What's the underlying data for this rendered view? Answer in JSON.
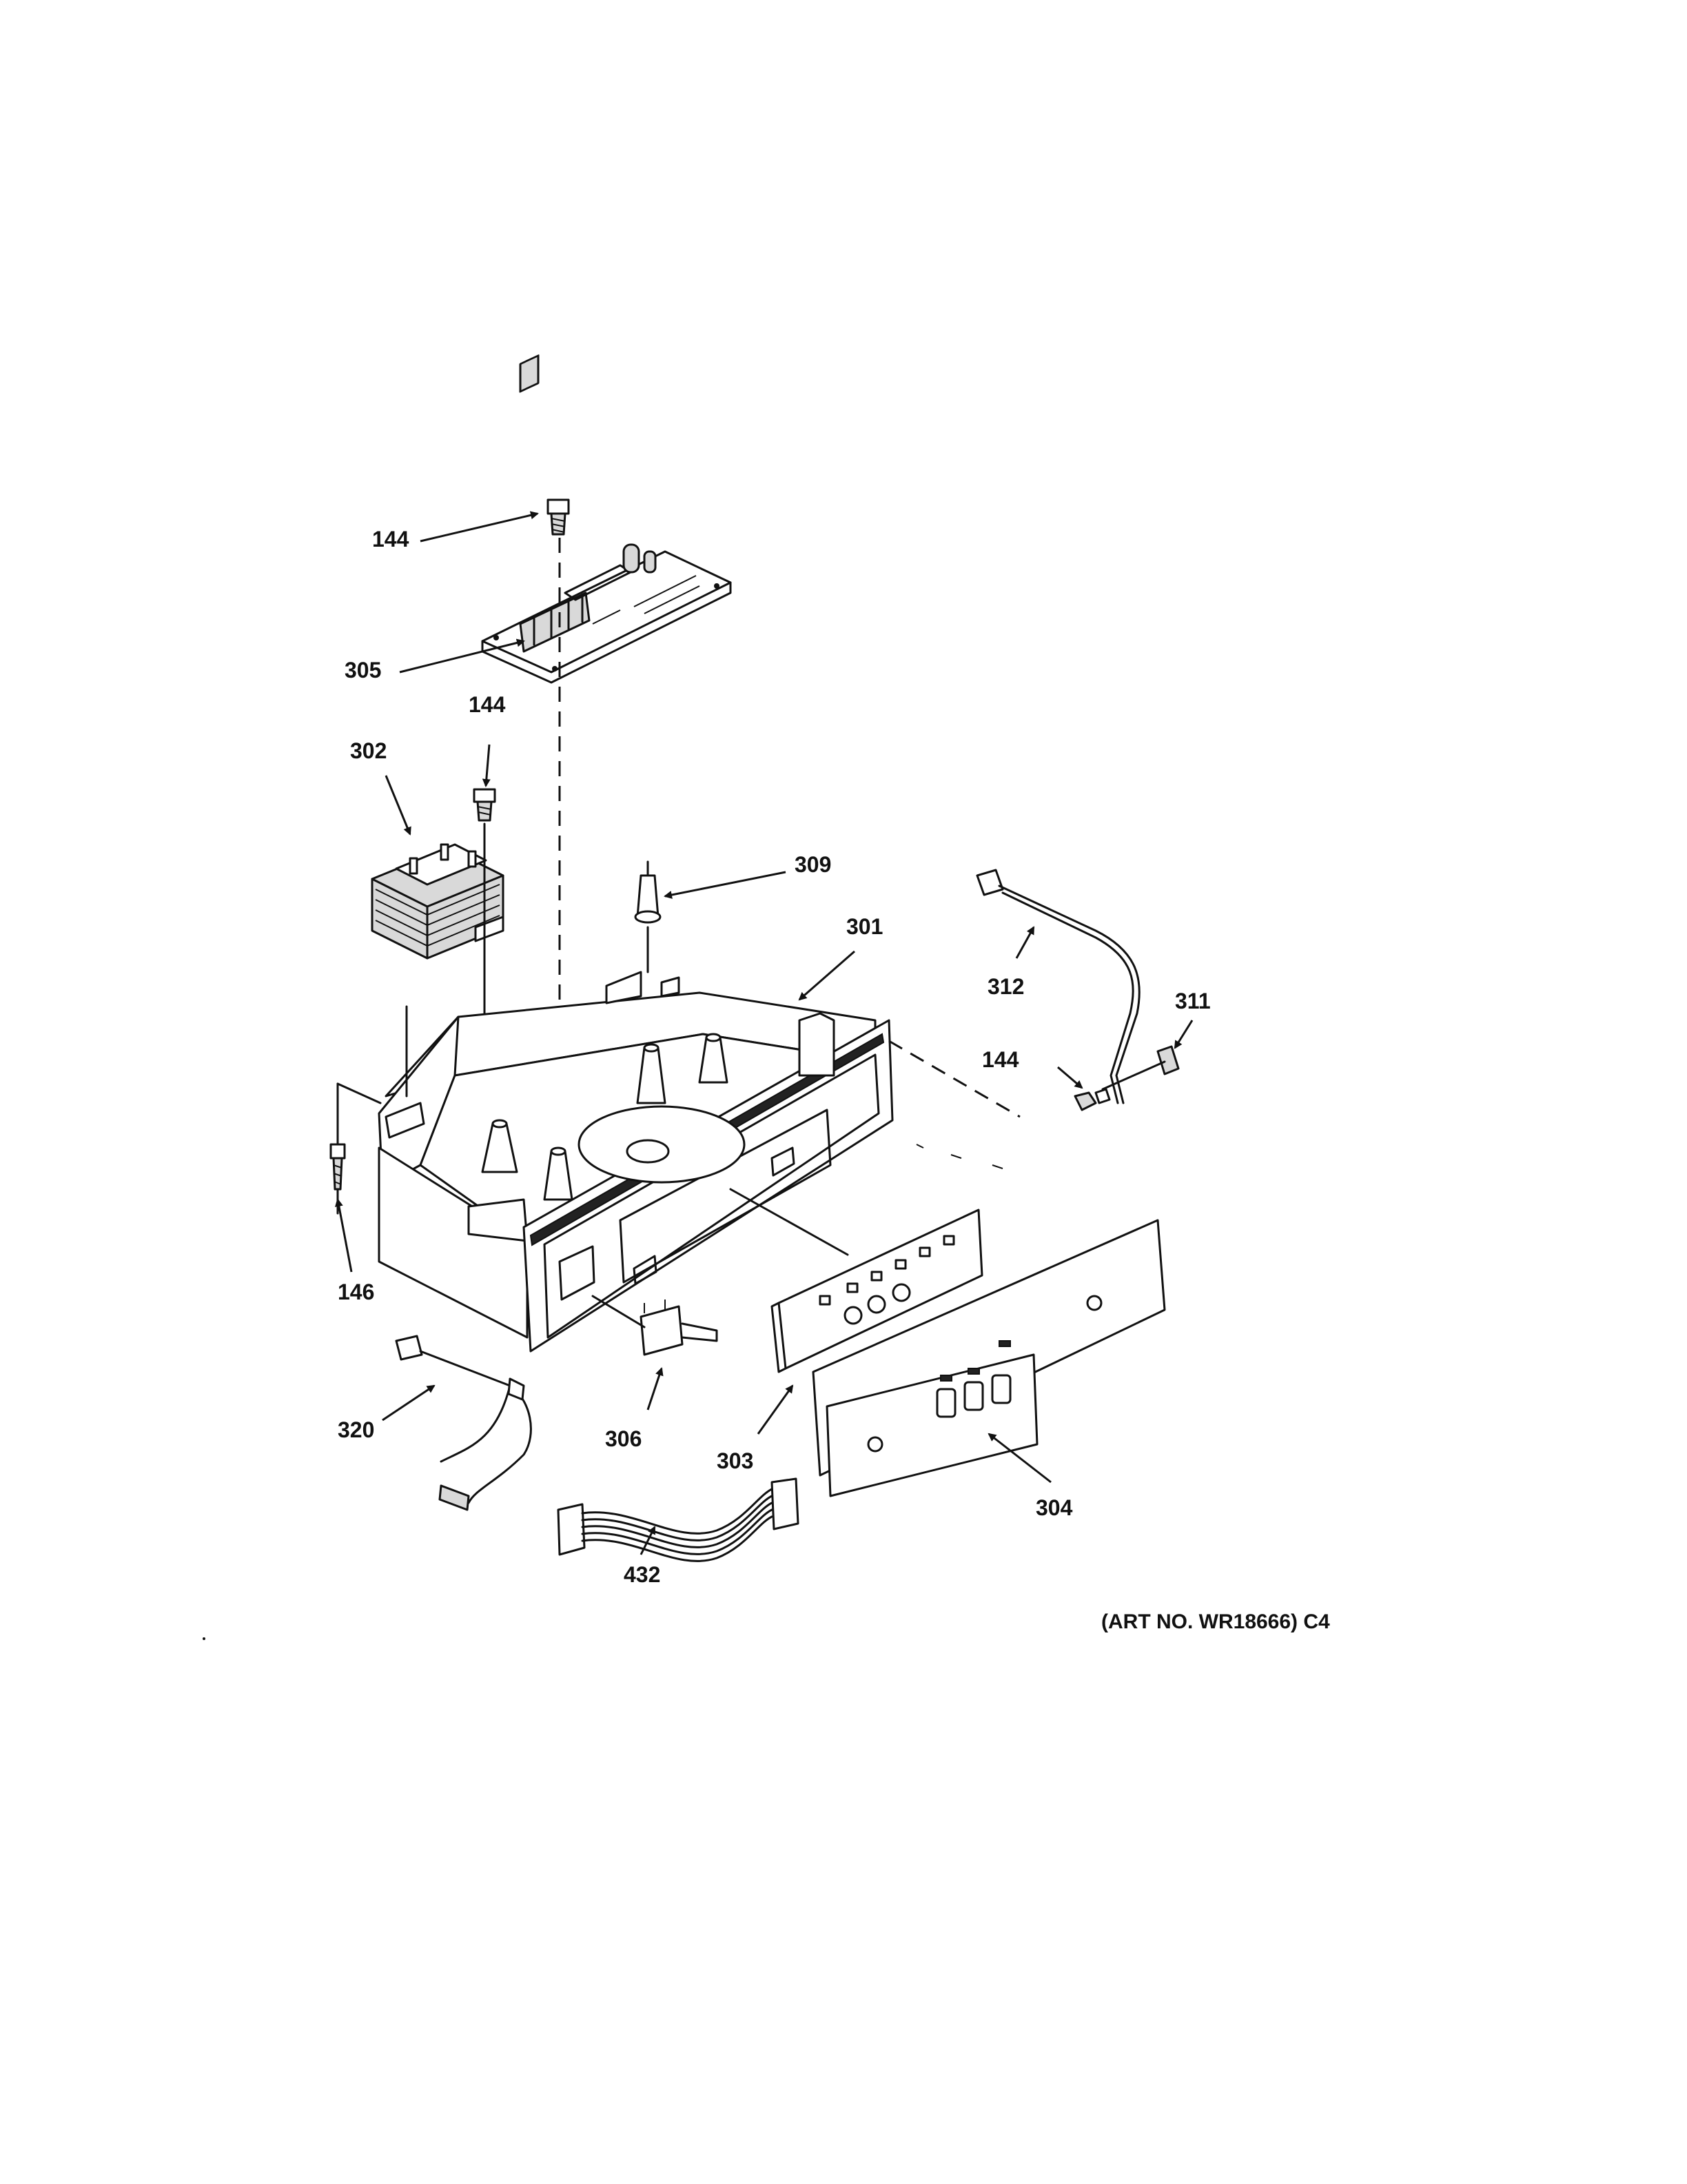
{
  "callouts": {
    "c144_top": "144",
    "c305": "305",
    "c144_mid": "144",
    "c302": "302",
    "c309": "309",
    "c301": "301",
    "c312": "312",
    "c311": "311",
    "c144_right": "144",
    "c146": "146",
    "c320": "320",
    "c306": "306",
    "c303": "303",
    "c304": "304",
    "c432": "432"
  },
  "art_number": "(ART NO. WR18666) C4",
  "icons": {
    "screw": "screw-icon",
    "control-board": "circuit-board-icon",
    "transformer": "transformer-icon",
    "housing": "control-housing-icon",
    "harness": "wire-harness-icon"
  }
}
